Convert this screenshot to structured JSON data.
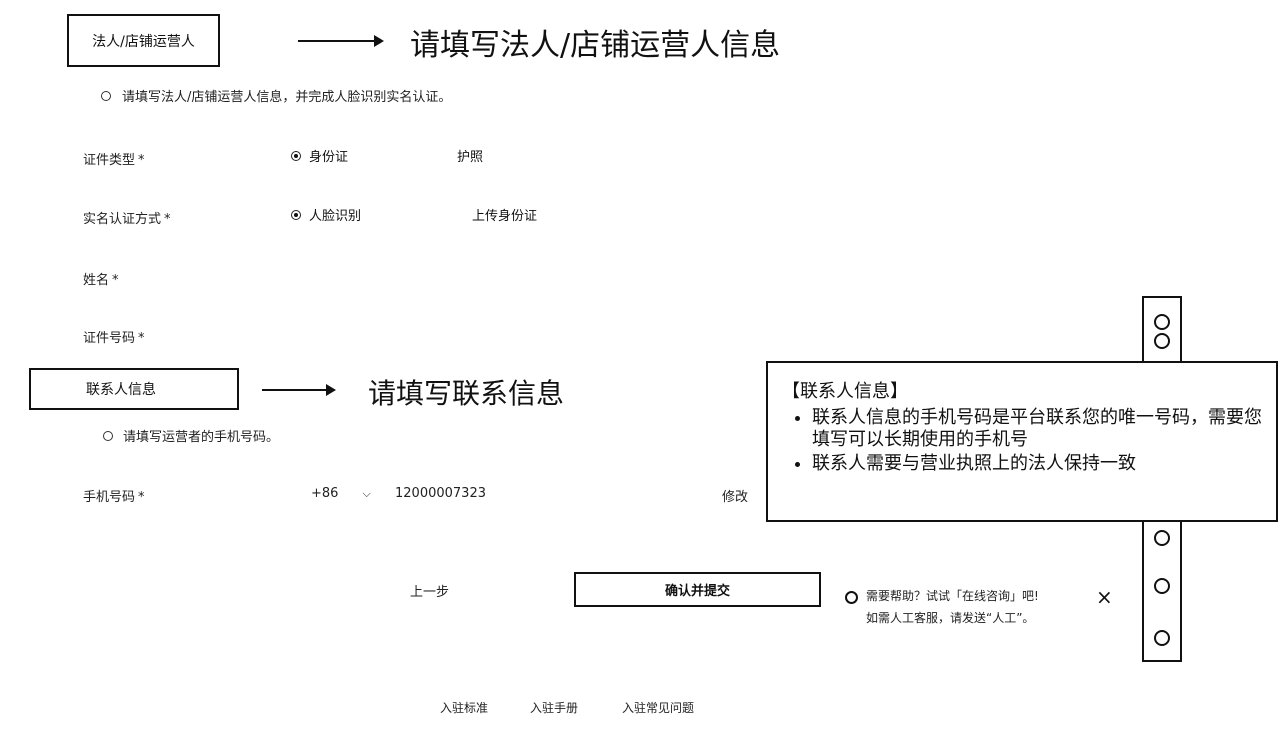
{
  "legal_section": {
    "box_label": "法人/店铺运营人",
    "callout": "请填写法人/店铺运营人信息",
    "tip": "请填写法人/店铺运营人信息，并完成人脸识别实名认证。"
  },
  "form": {
    "id_type": {
      "label": "证件类型",
      "required_mark": "*",
      "options": [
        "身份证",
        "护照"
      ],
      "selected": "身份证"
    },
    "verify_method": {
      "label": "实名认证方式",
      "required_mark": "*",
      "options": [
        "人脸识别",
        "上传身份证"
      ],
      "selected": "人脸识别"
    },
    "name": {
      "label": "姓名",
      "required_mark": "*",
      "value": ""
    },
    "id_number": {
      "label": "证件号码",
      "required_mark": "*",
      "value": ""
    }
  },
  "contact_section": {
    "box_label": "联系人信息",
    "callout": "请填写联系信息",
    "tip": "请填写运营者的手机号码。"
  },
  "phone": {
    "label": "手机号码",
    "required_mark": "*",
    "country_code": "+86",
    "value": "12000007323",
    "action": "修改"
  },
  "actions": {
    "prev": "上一步",
    "submit": "确认并提交"
  },
  "help": {
    "line1": "需要帮助？试试「在线咨询」吧!",
    "line2": "如需人工客服，请发送“人工”。",
    "close": "×"
  },
  "popup": {
    "title": "【联系人信息】",
    "items": [
      "联系人信息的手机号码是平台联系您的唯一号码，需要您填写可以长期使用的手机号",
      "联系人需要与营业执照上的法人保持一致"
    ]
  },
  "footer": {
    "links": [
      "入驻标准",
      "入驻手册",
      "入驻常见问题"
    ]
  }
}
